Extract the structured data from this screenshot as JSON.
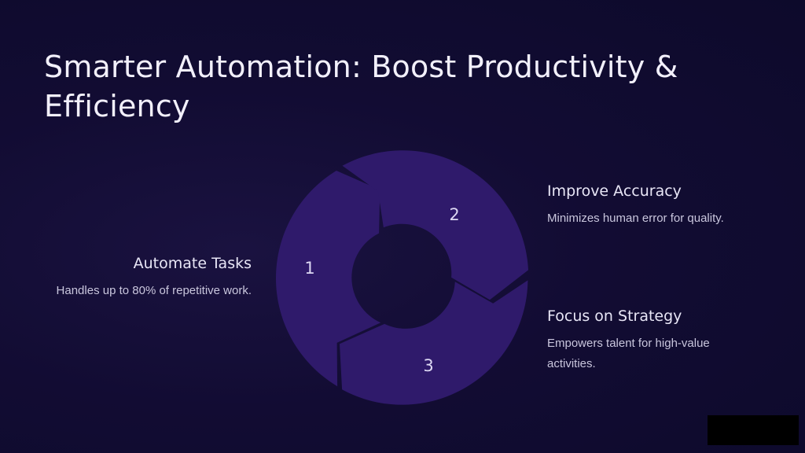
{
  "title": "Smarter Automation: Boost Productivity & Efficiency",
  "steps": [
    {
      "number": "1",
      "heading": "Automate Tasks",
      "description": "Handles up to 80% of repetitive work."
    },
    {
      "number": "2",
      "heading": "Improve Accuracy",
      "description": "Minimizes human error for quality."
    },
    {
      "number": "3",
      "heading": "Focus on Strategy",
      "description": "Empowers talent for high-value activities."
    }
  ],
  "colors": {
    "background": "#0d0a2b",
    "segment": "#2f1a6b",
    "text": "#ecebf7"
  }
}
